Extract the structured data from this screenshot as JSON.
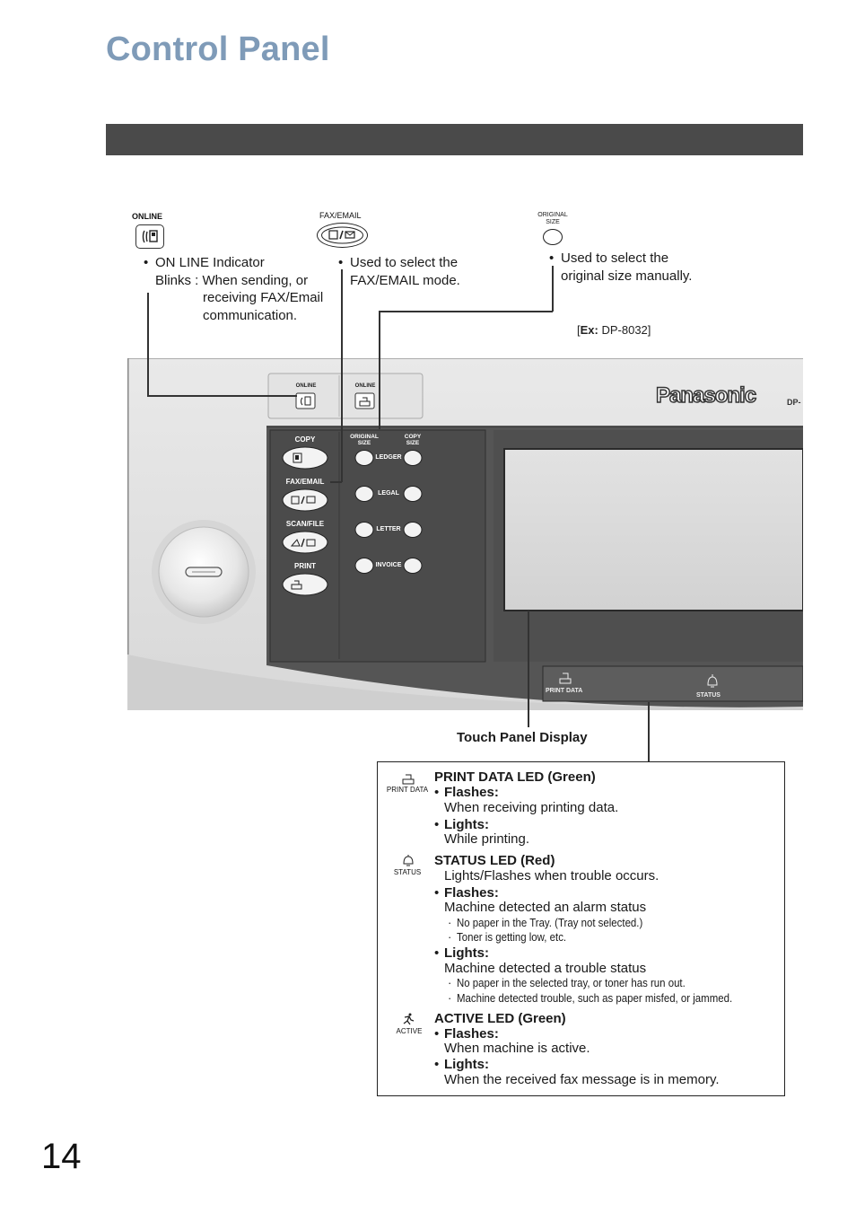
{
  "page": {
    "title": "Control Panel",
    "page_number": "14",
    "example": {
      "prefix": "[",
      "bold": "Ex:",
      "model": " DP-8032]"
    }
  },
  "callouts": {
    "online": {
      "key_label": "ONLINE",
      "bullet": "•",
      "line1": "ON LINE Indicator",
      "line2_prefix": "Blinks : When sending, or",
      "line3": "receiving FAX/Email",
      "line4": "communication."
    },
    "fax_email": {
      "key_label": "FAX/EMAIL",
      "bullet": "•",
      "line1": "Used to select the",
      "line2": "FAX/EMAIL mode."
    },
    "original_size": {
      "key_label_1": "ORIGINAL",
      "key_label_2": "SIZE",
      "bullet": "•",
      "line1": "Used to select the",
      "line2": "original size manually."
    },
    "touch_panel": "Touch Panel Display"
  },
  "panel": {
    "brand": "Panasonic",
    "model_partial": "DP-",
    "online_1": "ONLINE",
    "online_2": "ONLINE",
    "mode_buttons": [
      "COPY",
      "FAX/EMAIL",
      "SCAN/FILE",
      "PRINT"
    ],
    "original_size_1": "ORIGINAL",
    "original_size_2": "SIZE",
    "copy_size_1": "COPY",
    "copy_size_2": "SIZE",
    "paper_sizes": [
      "LEDGER",
      "LEGAL",
      "LETTER",
      "INVOICE"
    ],
    "print_data": "PRINT DATA",
    "status": "STATUS"
  },
  "leds": {
    "print_data": {
      "icon_caption": "PRINT DATA",
      "heading": "PRINT DATA LED (Green)",
      "flashes_label": "Flashes:",
      "flashes_text": "When receiving printing data.",
      "lights_label": "Lights:",
      "lights_text": "While printing."
    },
    "status": {
      "icon_caption": "STATUS",
      "heading": "STATUS LED (Red)",
      "intro": "Lights/Flashes when trouble occurs.",
      "flashes_label": "Flashes:",
      "flashes_text": "Machine detected an alarm status",
      "flashes_sub": [
        "No paper in the Tray. (Tray not selected.)",
        "Toner is getting low, etc."
      ],
      "lights_label": "Lights:",
      "lights_text": "Machine detected a trouble status",
      "lights_sub": [
        "No paper in the selected tray, or toner has run out.",
        "Machine detected trouble, such as paper misfed, or jammed."
      ]
    },
    "active": {
      "icon_caption": "ACTIVE",
      "heading": "ACTIVE LED (Green)",
      "flashes_label": "Flashes:",
      "flashes_text": "When machine is active.",
      "lights_label": "Lights:",
      "lights_text": "When the received fax message is in memory."
    },
    "bullet": "•",
    "sub_bullet": "·"
  }
}
